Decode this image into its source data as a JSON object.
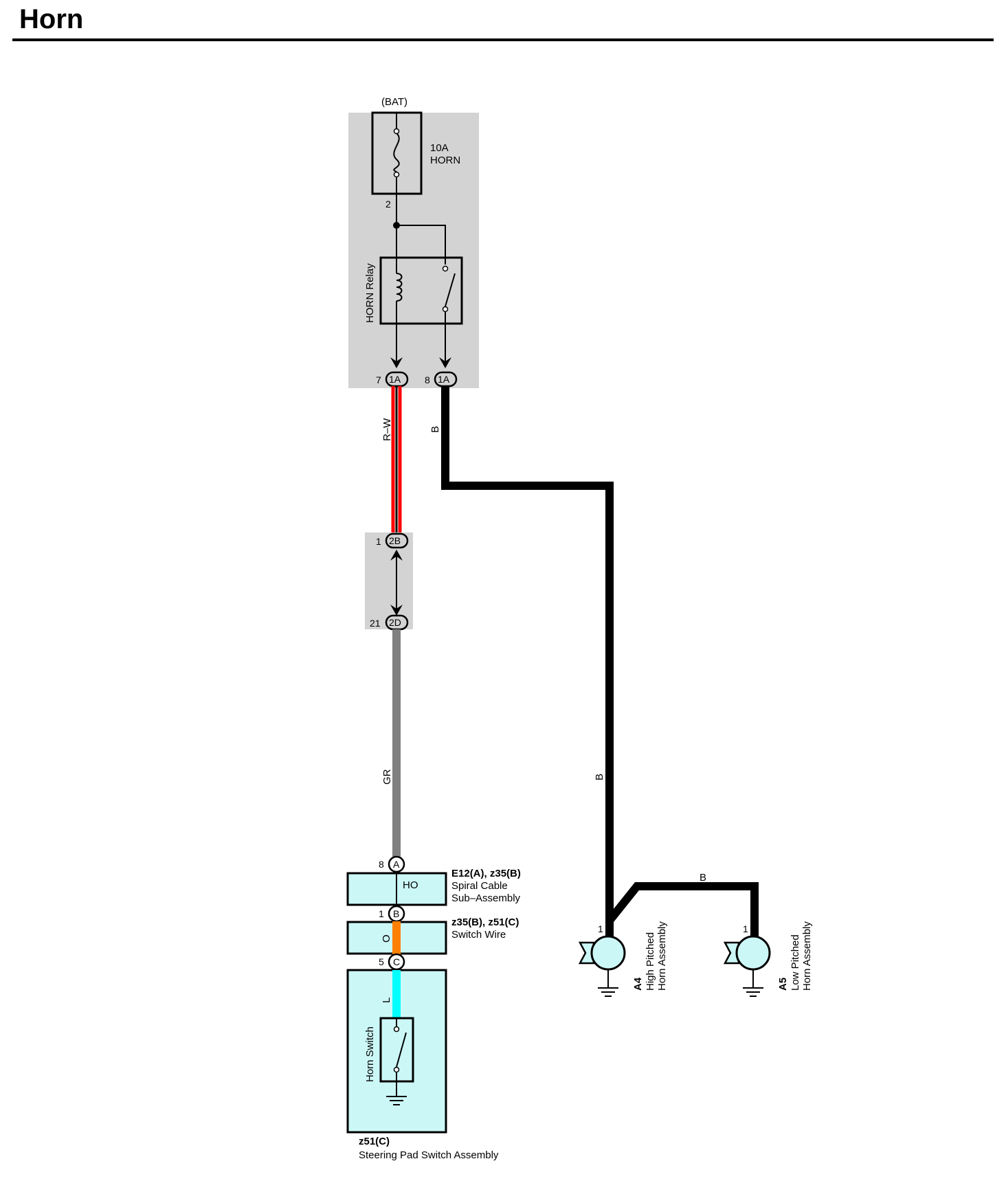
{
  "title": "Horn",
  "colors": {
    "wire_rw": "#ff0000",
    "wire_b": "#000000",
    "wire_gr": "#808080",
    "wire_o": "#ff8000",
    "wire_l": "#00ffff",
    "junction_block_fill": "#d3d3d3",
    "component_fill": "#ccf7f7"
  },
  "fuse_block": {
    "source_label": "(BAT)",
    "fuse_rating": "10A",
    "fuse_name": "HORN",
    "output_pin": "2",
    "relay_label": "HORN Relay",
    "connector_left_pin": "7",
    "connector_left_id": "1A",
    "connector_right_pin": "8",
    "connector_right_id": "1A"
  },
  "wires": {
    "rw_label": "R–W",
    "b_label_upper": "B",
    "b_label_vertical": "B",
    "b_label_horizontal": "B",
    "gr_label": "GR",
    "o_label": "O",
    "l_label": "L"
  },
  "junction_2": {
    "top_pin": "1",
    "top_id": "2B",
    "bottom_pin": "21",
    "bottom_id": "2D"
  },
  "spiral_cable": {
    "pin_a_num": "8",
    "pin_a_id": "A",
    "terminal_label": "HO",
    "codes": "E12(A), z35(B)",
    "name_line1": "Spiral Cable",
    "name_line2": "Sub–Assembly"
  },
  "switch_wire": {
    "pin_b_num": "1",
    "pin_b_id": "B",
    "codes": "z35(B), z51(C)",
    "name": "Switch Wire"
  },
  "steering_pad": {
    "pin_c_num": "5",
    "pin_c_id": "C",
    "switch_label": "Horn Switch",
    "codes": "z51(C)",
    "name": "Steering Pad Switch Assembly"
  },
  "horn_high": {
    "pin": "1",
    "code": "A4",
    "name_line1": "High Pitched",
    "name_line2": "Horn Assembly"
  },
  "horn_low": {
    "pin": "1",
    "code": "A5",
    "name_line1": "Low Pitched",
    "name_line2": "Horn Assembly"
  }
}
